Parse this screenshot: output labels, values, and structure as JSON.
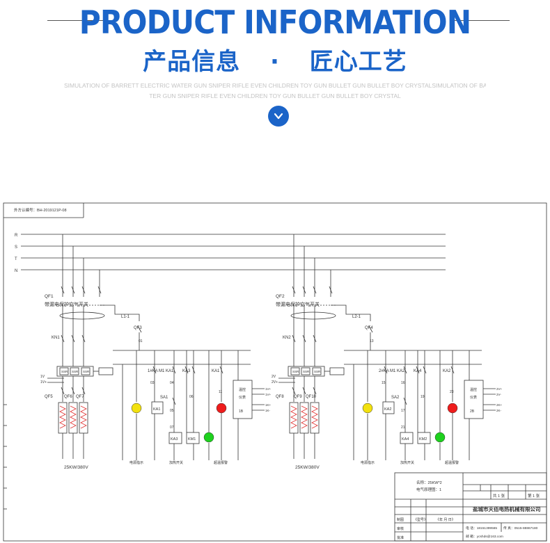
{
  "header": {
    "title_en": "PRODUCT INFORMATION",
    "title_cn_left": "产品信息",
    "title_cn_dot": "·",
    "title_cn_right": "匠心工艺",
    "subtitle_line1": "SIMULATION OF BARRETT ELECTRIC WATER GUN SNIPER RIFLE EVEN CHILDREN TOY GUN BULLET GUN BULLET BOY CRYSTALSIMULATION OF BARRETT ELECTRIC WA",
    "subtitle_line2": "TER GUN SNIPER RIFLE EVEN CHILDREN TOY GUN BULLET GUN BULLET BOY CRYSTAL",
    "scroll_icon": "chevron-down-icon",
    "accent_color": "#1b64c8"
  },
  "drawing": {
    "doc_number": "外方认编号：BH-2019121P-08",
    "bus_labels": [
      "R",
      "S",
      "T",
      "N"
    ],
    "unit1": {
      "main_breaker": "QF1",
      "breaker_desc": "带漏电保护空气开关",
      "line_label": "L1-1",
      "control_breaker": "QF3",
      "wire_01": "01",
      "contactor": "KN1",
      "terminal_a": "1V",
      "terminal_b": "1V+",
      "ssr_labels": [
        "SSR",
        "SSR",
        "SSR"
      ],
      "heater_breakers": [
        "QF5",
        "QF6",
        "QF7"
      ],
      "rating": "25KW/380V",
      "relay_labels": [
        "1#KA",
        "M1",
        "KA1",
        "KA3",
        "KA1"
      ],
      "wire_nums": [
        "03",
        "04",
        "05",
        "06",
        "07",
        "11"
      ],
      "switch": "SA1",
      "coils": [
        "KA1",
        "KA3",
        "KM1"
      ],
      "controller_lines": [
        "温控",
        "仪表",
        "1B"
      ],
      "controller_terms": [
        "1V+",
        "1V+",
        "1K+",
        "1K-"
      ],
      "captions": [
        "电源指示",
        "加热开关",
        "超温报警"
      ]
    },
    "unit2": {
      "main_breaker": "QF2",
      "breaker_desc": "带漏电保护空气开关",
      "line_label": "L2-1",
      "control_breaker": "QF4",
      "wire_01": "13",
      "contactor": "KN2",
      "terminal_a": "2V",
      "terminal_b": "2V+",
      "ssr_labels": [
        "SSR",
        "SSR",
        "SSR"
      ],
      "heater_breakers": [
        "QF8",
        "QF9",
        "QF10"
      ],
      "rating": "25KW/380V",
      "relay_labels": [
        "2#KA",
        "M1",
        "KA2",
        "KA4",
        "KA2"
      ],
      "wire_nums": [
        "15",
        "16",
        "17",
        "19",
        "21",
        "23"
      ],
      "switch": "SA2",
      "coils": [
        "KA2",
        "KA4",
        "KM2"
      ],
      "controller_lines": [
        "温控",
        "仪表",
        "2B"
      ],
      "controller_terms": [
        "2V+",
        "2V-",
        "2K+",
        "2K-"
      ],
      "captions": [
        "电源指示",
        "加热开关",
        "超温报警"
      ]
    },
    "title_block": {
      "name_label": "名称：25KW*2",
      "drawing_label": "电气原理图：1",
      "sheet_total": "共 1 张",
      "sheet_no": "第 1 张",
      "company": "盐城市灭佰电热机械有限公司",
      "phone": "电 话：18151399565",
      "fax": "传 真：0515-88867180",
      "email": "邮 箱：ycshds@163.com",
      "row_labels": [
        "制图",
        "审核",
        "批准"
      ],
      "model_label": "《型号》",
      "date_label": "《年 月 日》"
    },
    "colors": {
      "lamp_yellow": "#f2e10f",
      "lamp_red": "#ee1c1c",
      "lamp_green": "#1ed11e",
      "line": "#333333"
    }
  }
}
